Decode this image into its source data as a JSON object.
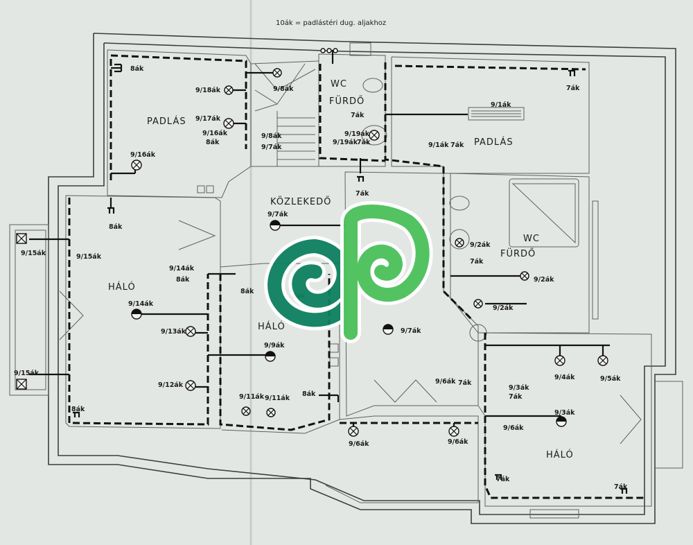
{
  "note": "10ák = padlástéri dug. aljakhoz",
  "rooms": {
    "padlas_left": "PADLÁS",
    "padlas_right": "PADLÁS",
    "wc_top": "WC",
    "furdo_top": "FÜRDŐ",
    "wc_right": "WC",
    "furdo_right": "FÜRDŐ",
    "kozlekedo": "KÖZLEKEDŐ",
    "halo_left": "HÁLÓ",
    "halo_mid": "HÁLÓ",
    "halo_right": "HÁLÓ"
  },
  "labels": {
    "l8ak_a": "8ák",
    "l9_18ak": "9/18ák",
    "l9_8ak": "9/8ák",
    "l9_17ak": "9/17ák",
    "l9_16ak_a": "9/16ák",
    "l8ak_b": "8ák",
    "l9_16ak_b": "9/16ák",
    "l7_8ak": "9/8ák",
    "l7_7ak_a": "9/7ák",
    "l7ak_wc": "7ák",
    "l9_19ak_a": "9/19ák",
    "l9_19ak_b": "9/19ák",
    "l7ak_b": "7ák",
    "l7ak_c": "7ák",
    "l9_1ak_a": "9/1ák",
    "l9_1ak_b": "9/1ák",
    "l7ak_d": "7ák",
    "l7ak_top": "7ák",
    "l8ak_c": "8ák",
    "l9_7ak_b": "9/7ák",
    "l9_15ak_a": "9/15ák",
    "l9_15ak_b": "9/15ák",
    "l9_14ak_a": "9/14ák",
    "l8ak_d": "8ák",
    "l8ak_e": "8ák",
    "l9_14ak_b": "9/14ák",
    "l8ak_f": "8ák",
    "l9_13ak": "9/13ák",
    "l9_9ak": "9/9ák",
    "l9_7ak_c": "9/7ák",
    "l9_2ak_a": "9/2ák",
    "l7ak_e": "7ák",
    "l9_2ak_b": "9/2ák",
    "l9_2ak_c": "9/2ák",
    "l9_12ak": "9/12ák",
    "l9_15ak_c": "9/15ák",
    "l9_11ak_a": "9/11ák",
    "l9_11ak_b": "9/11ák",
    "l8ak_g": "8ák",
    "l8ak_h": "8ák",
    "l9_6ak_a": "9/6ák",
    "l7ak_f": "7ák",
    "l9_3ak_a": "9/3ák",
    "l7ak_g": "7ák",
    "l9_4ak": "9/4ák",
    "l9_5ak": "9/5ák",
    "l9_3ak_b": "9/3ák",
    "l9_6ak_b": "9/6ák",
    "l9_6ak_c": "9/6ák",
    "l9_6ak_d": "9/6ák",
    "l7ak_h": "7ák",
    "l7ak_i": "7ák"
  },
  "icons": {
    "watermark": "swirl-logo-icon",
    "ceiling_light": "ceiling-light-icon",
    "wall_light": "wall-light-icon",
    "socket": "socket-icon",
    "switch": "switch-icon"
  },
  "colors": {
    "paper": "#e3e7e4",
    "ink": "#111111",
    "logo_dark": "#0d8060",
    "logo_light": "#4cc25a"
  }
}
